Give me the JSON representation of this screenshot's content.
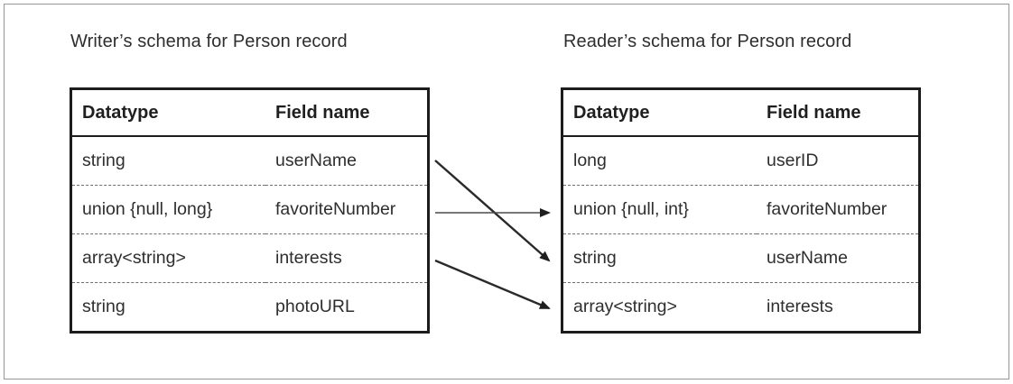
{
  "diagram": {
    "writer": {
      "title": "Writer’s schema for Person record",
      "headers": [
        "Datatype",
        "Field name"
      ],
      "rows": [
        {
          "datatype": "string",
          "field": "userName"
        },
        {
          "datatype": "union {null, long}",
          "field": "favoriteNumber"
        },
        {
          "datatype": "array<string>",
          "field": "interests"
        },
        {
          "datatype": "string",
          "field": "photoURL"
        }
      ]
    },
    "reader": {
      "title": "Reader’s schema for Person record",
      "headers": [
        "Datatype",
        "Field name"
      ],
      "rows": [
        {
          "datatype": "long",
          "field": "userID"
        },
        {
          "datatype": "union {null, int}",
          "field": "favoriteNumber"
        },
        {
          "datatype": "string",
          "field": "userName"
        },
        {
          "datatype": "array<string>",
          "field": "interests"
        }
      ]
    },
    "mappings": [
      {
        "from": "userName",
        "to": "userName"
      },
      {
        "from": "favoriteNumber",
        "to": "favoriteNumber"
      },
      {
        "from": "interests",
        "to": "interests"
      }
    ],
    "colors": {
      "background": "#ffffff",
      "text": "#2e2e2e",
      "table_border": "#1c1c1c",
      "row_divider": "#6e6e6e",
      "arrow_diagonal": "#2a2a2a",
      "arrow_horizontal": "#4a4a4a",
      "frame_border": "#979797"
    }
  }
}
